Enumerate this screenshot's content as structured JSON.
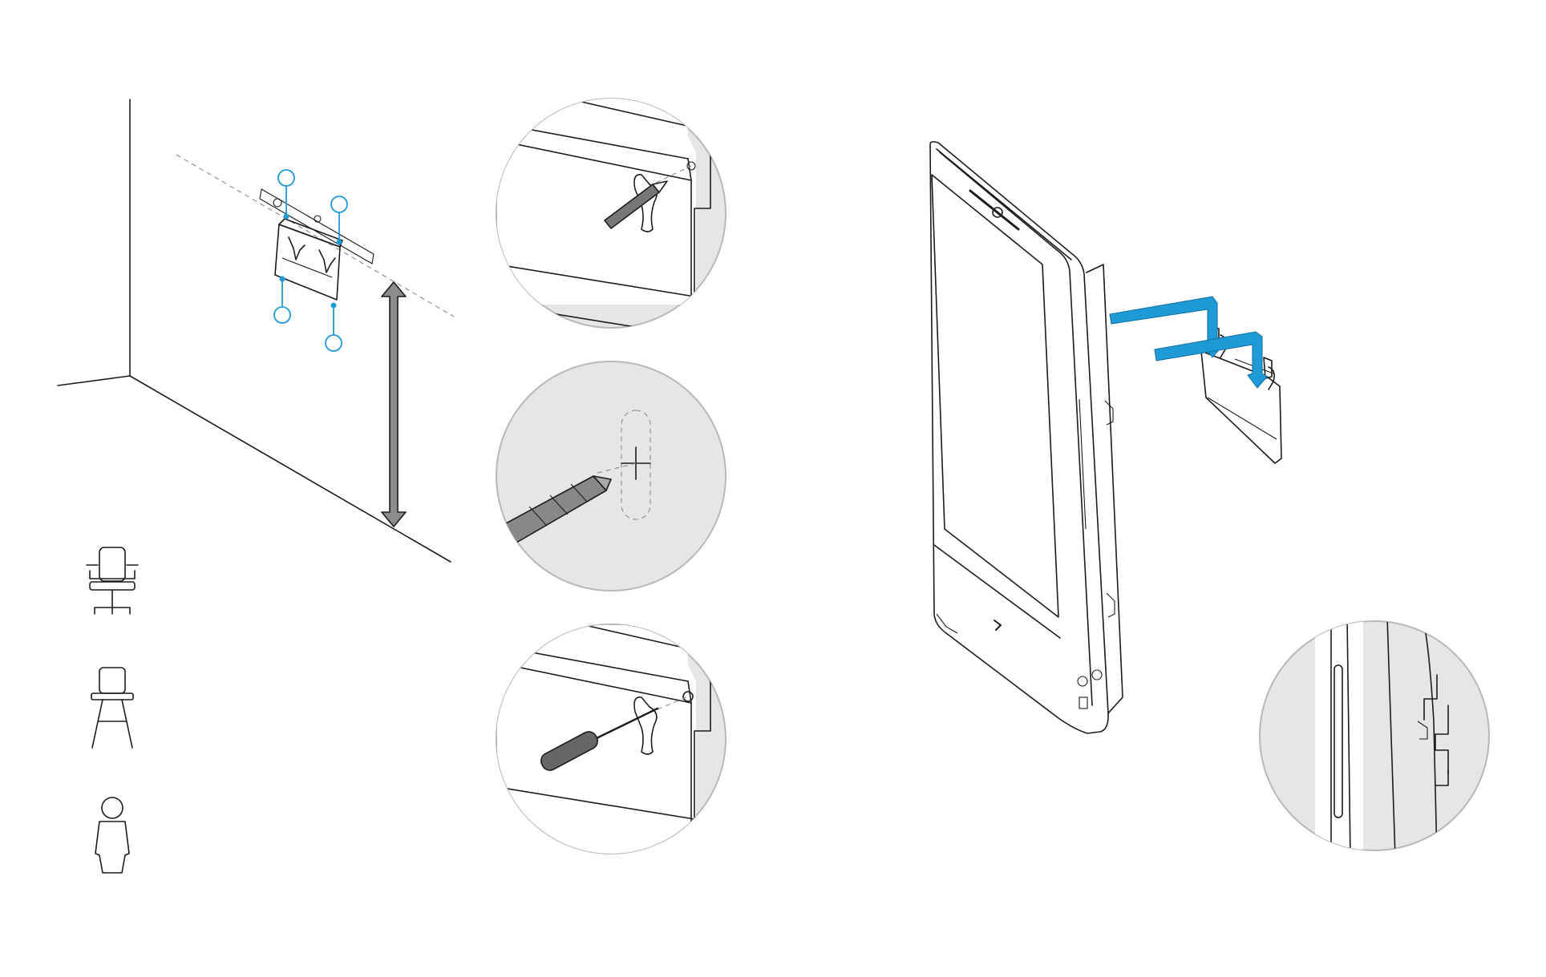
{
  "diagram": {
    "colors": {
      "accent": "#1e9ad6",
      "line": "#1c1c1c",
      "zoom_fill": "#e6e6e6",
      "zoom_border": "#b8b8b8",
      "arrow_fill": "#8c8c8c"
    },
    "panels": {
      "wall_layout": {
        "callout_count": 4,
        "icons": [
          "office-chair-icon",
          "bar-stool-icon",
          "standing-person-icon"
        ]
      },
      "mounting_steps": [
        "mark-holes",
        "drill-holes",
        "screw-bracket"
      ],
      "device_mount": {
        "detail": "hook-engagement-detail"
      }
    }
  }
}
